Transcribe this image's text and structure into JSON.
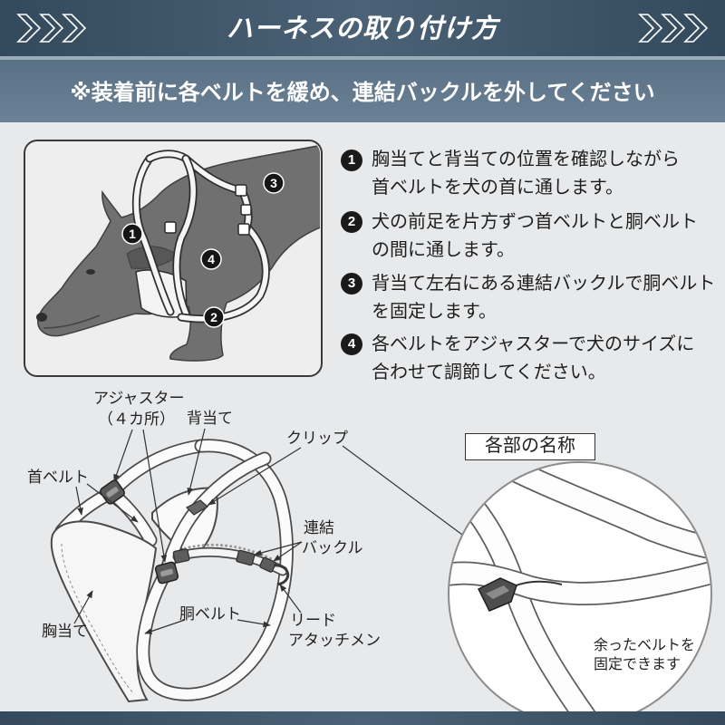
{
  "header": {
    "title": "ハーネスの取り付け方",
    "decoration_icon": "chevron-right-icon"
  },
  "notice": "※装着前に各ベルトを緩め、連結バックルを外してください",
  "steps": [
    {
      "number": "1",
      "lines": [
        "胸当てと背当ての位置を確認しながら",
        "首ベルトを犬の首に通します。"
      ]
    },
    {
      "number": "2",
      "lines": [
        "犬の前足を片方ずつ首ベルトと胴ベルト",
        "の間に通します。"
      ]
    },
    {
      "number": "3",
      "lines": [
        "背当て左右にある連結バックルで胴ベルト",
        "を固定します。"
      ]
    },
    {
      "number": "4",
      "lines": [
        "各ベルトをアジャスターで犬のサイズに",
        "合わせて調節してください。"
      ]
    }
  ],
  "parts_section": {
    "title": "各部の名称",
    "labels": {
      "adjuster": "アジャスター",
      "adjuster_count": "（４カ所）",
      "back_pad": "背当て",
      "neck_belt": "首ベルト",
      "clip": "クリップ",
      "buckle_line1": "連結",
      "buckle_line2": "バックル",
      "girth_belt": "胴ベルト",
      "lead_line1": "リード",
      "lead_line2": "アタッチメン",
      "chest_pad": "胸当て"
    },
    "zoom_caption": [
      "余ったベルトを",
      "固定できます"
    ]
  },
  "colors": {
    "header_bg": "#3b5064",
    "notice_bg": "#62788c",
    "page_bg": "#e8e9eb",
    "badge_bg": "#1a1a1a",
    "text": "#1e1e1e",
    "dog_fill": "#707070",
    "belt_fill": "#fbfbfb"
  }
}
